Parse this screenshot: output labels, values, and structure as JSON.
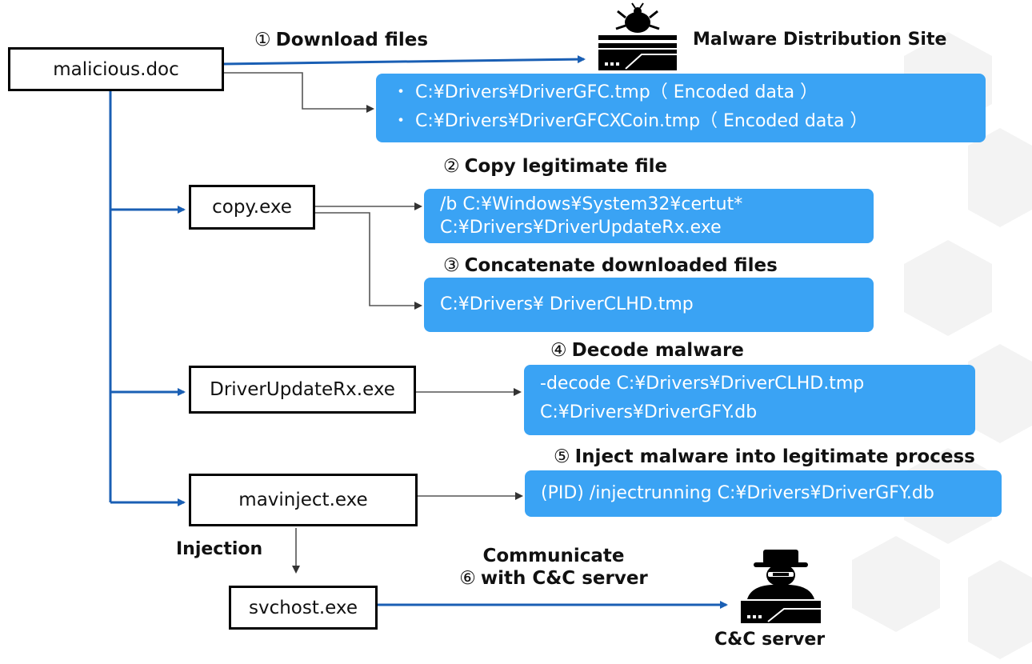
{
  "processes": {
    "malicious_doc": "malicious.doc",
    "copy_exe": "copy.exe",
    "driverupdaterx_exe": "DriverUpdateRx.exe",
    "mavinject_exe": "mavinject.exe",
    "svchost_exe": "svchost.exe"
  },
  "steps": {
    "s1": {
      "num": "①",
      "label": "Download files"
    },
    "s2": {
      "num": "②",
      "label": "Copy legitimate file"
    },
    "s3": {
      "num": "③",
      "label": "Concatenate downloaded files"
    },
    "s4": {
      "num": "④",
      "label": "Decode malware"
    },
    "s5": {
      "num": "⑤",
      "label": "Inject malware into legitimate process"
    },
    "s6": {
      "num": "⑥",
      "line1": "Communicate",
      "line2": "with C&C server"
    }
  },
  "commands": {
    "downloads": {
      "line1": "・ C:¥Drivers¥DriverGFC.tmp（ Encoded data ）",
      "line2": "・ C:¥Drivers¥DriverGFCXCoin.tmp（ Encoded data ）"
    },
    "copy": {
      "line1": "/b C:¥Windows¥System32¥certut*",
      "line2": "C:¥Drivers¥DriverUpdateRx.exe"
    },
    "concat": {
      "line1": "C:¥Drivers¥ DriverCLHD.tmp"
    },
    "decode": {
      "line1": "-decode C:¥Drivers¥DriverCLHD.tmp",
      "line2": "C:¥Drivers¥DriverGFY.db"
    },
    "inject": {
      "line1": "(PID) /injectrunning C:¥Drivers¥DriverGFY.db"
    }
  },
  "labels": {
    "distribution_site": "Malware Distribution Site",
    "injection": "Injection",
    "cc_server": "C&C server"
  },
  "icons": {
    "distribution_site": "malware-server-icon",
    "cc_server": "hacker-server-icon"
  },
  "colors": {
    "accent_blue": "#3aa3f4",
    "flow_line": "#1a5fb4",
    "connector": "#555555"
  }
}
